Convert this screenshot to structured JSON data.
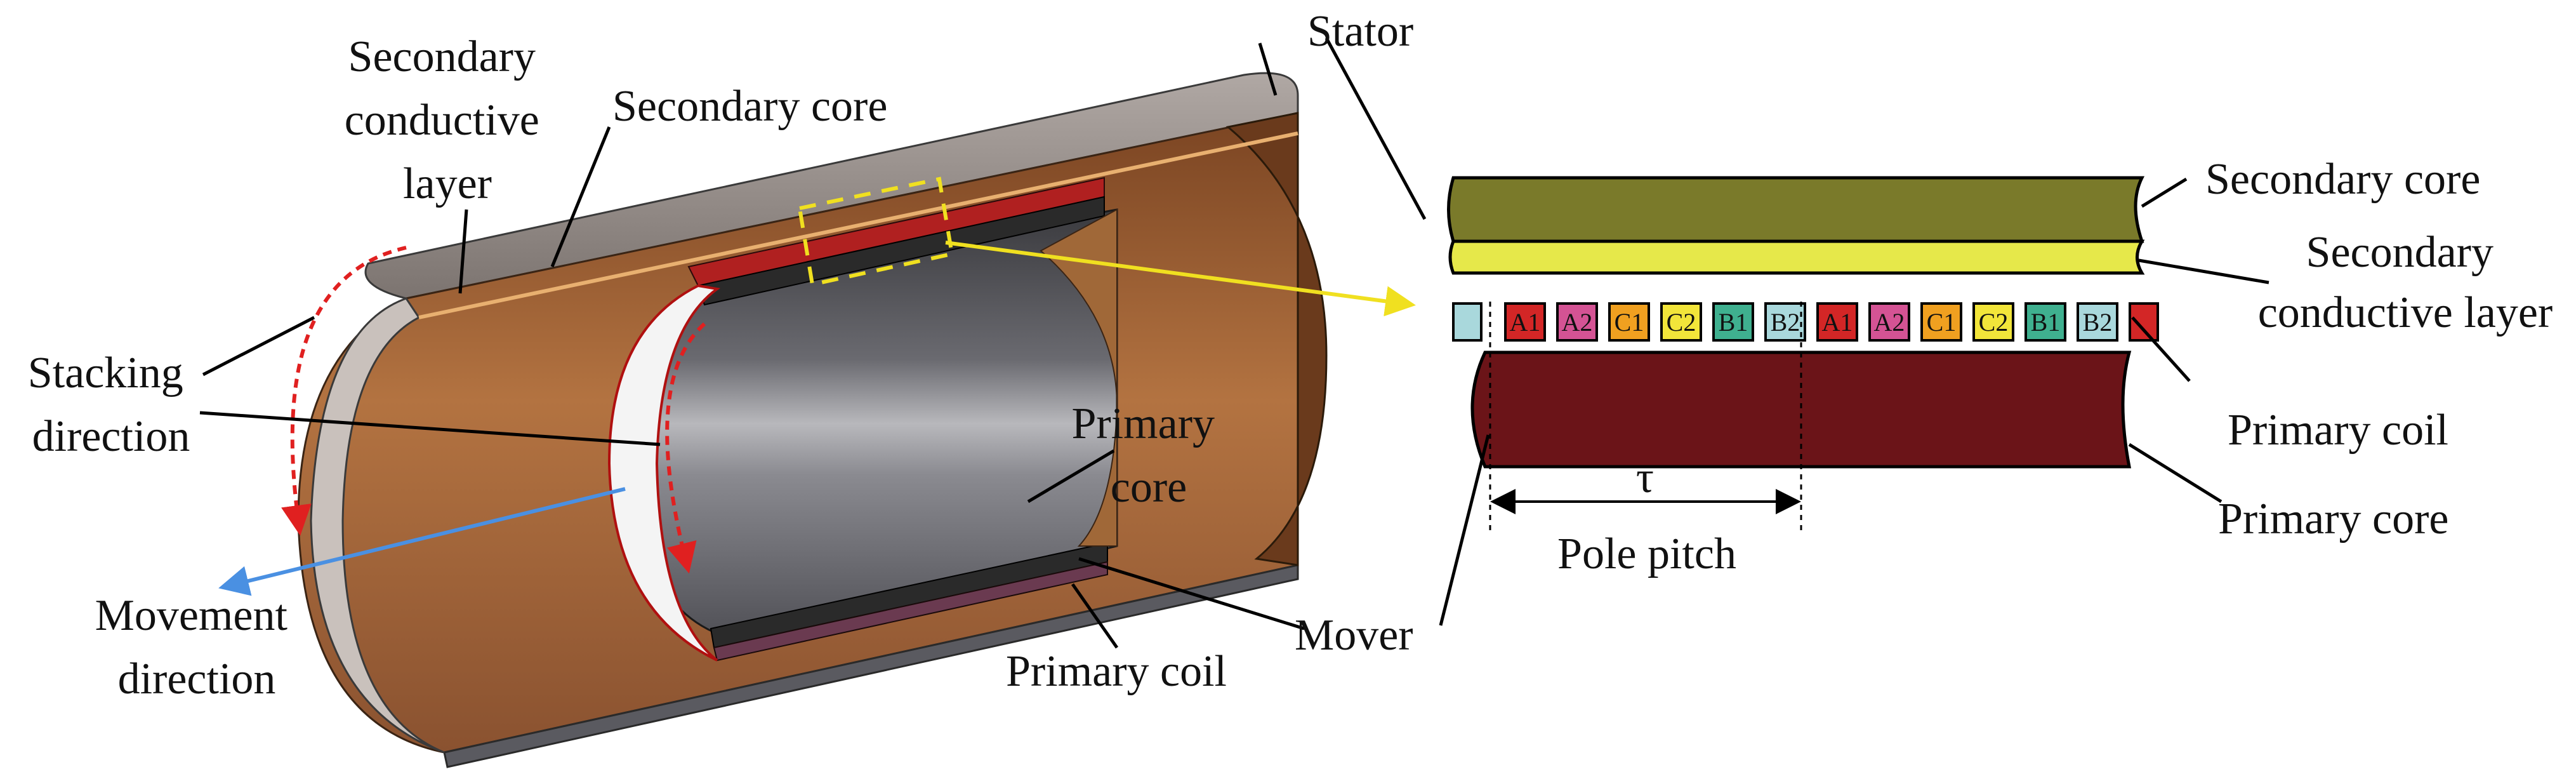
{
  "labels": {
    "stator": "Stator",
    "secondary_conductive_layer_left": [
      "Secondary",
      "conductive",
      "layer"
    ],
    "secondary_core_left": "Secondary core",
    "stacking_direction": [
      "Stacking",
      "direction"
    ],
    "primary_core_left": [
      "Primary",
      "core"
    ],
    "movement_direction": [
      "Movement",
      "direction"
    ],
    "primary_coil_left": "Primary coil",
    "mover": "Mover",
    "secondary_core_right": "Secondary core",
    "secondary_conductive_layer_right": [
      "Secondary",
      "conductive layer"
    ],
    "primary_coil_right": "Primary coil",
    "primary_core_right": "Primary core",
    "tau": "τ",
    "pole_pitch": "Pole pitch"
  },
  "coils": [
    {
      "label": "",
      "color": "#a9d8dc"
    },
    {
      "label": "A1",
      "color": "#d32626"
    },
    {
      "label": "A2",
      "color": "#d45394"
    },
    {
      "label": "C1",
      "color": "#f0a020"
    },
    {
      "label": "C2",
      "color": "#f2e53a"
    },
    {
      "label": "B1",
      "color": "#3fb08f"
    },
    {
      "label": "B2",
      "color": "#a9d8dc"
    },
    {
      "label": "A1",
      "color": "#d32626"
    },
    {
      "label": "A2",
      "color": "#d45394"
    },
    {
      "label": "C1",
      "color": "#f0a020"
    },
    {
      "label": "C2",
      "color": "#f2e53a"
    },
    {
      "label": "B1",
      "color": "#3fb08f"
    },
    {
      "label": "B2",
      "color": "#a9d8dc"
    },
    {
      "label": "",
      "color": "#d32626"
    }
  ],
  "colors": {
    "secondary_core": "#7a7a2a",
    "secondary_conductive_layer": "#e6e84a",
    "primary_core": "#6b1418",
    "copper_tube": "#a8663a",
    "steel_shell": "#8e8e96",
    "movement_arrow": "#4a90e2",
    "stacking_arrow": "#e02020",
    "zoom_box": "#f0e020"
  }
}
